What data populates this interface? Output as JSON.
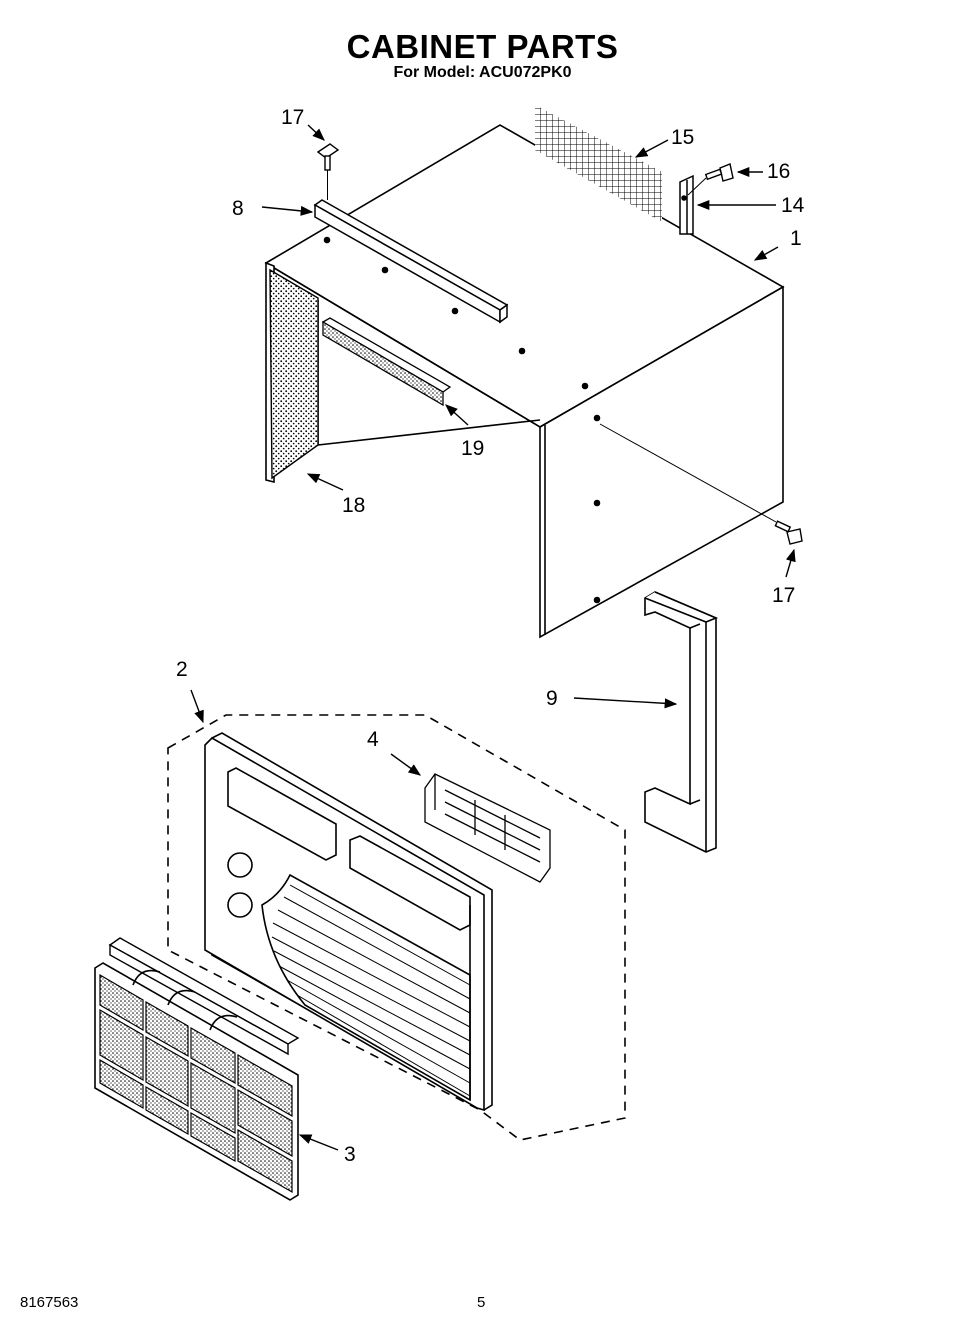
{
  "header": {
    "title": "CABINET PARTS",
    "subtitle": "For Model: ACU072PK0"
  },
  "callouts": {
    "c17_top": "17",
    "c8": "8",
    "c15": "15",
    "c16": "16",
    "c14": "14",
    "c1": "1",
    "c19": "19",
    "c18": "18",
    "c17_side": "17",
    "c2": "2",
    "c9": "9",
    "c4": "4",
    "c3": "3"
  },
  "footer": {
    "doc_number": "8167563",
    "page_number": "5"
  }
}
